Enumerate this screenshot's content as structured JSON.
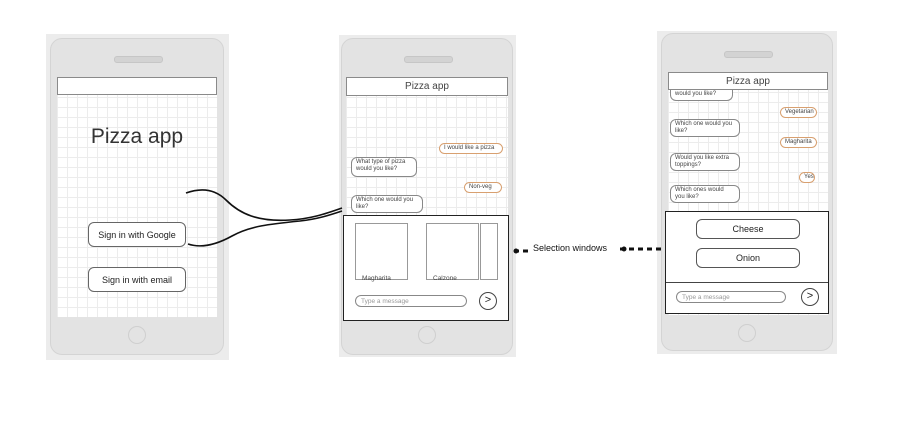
{
  "screen1": {
    "title": "Pizza app",
    "google_button": "Sign in with Google",
    "email_button": "Sign in with email"
  },
  "screen2": {
    "header": "Pizza app",
    "messages": {
      "m1": "I would like a pizza",
      "m2": "What type of pizza would you like?",
      "m3": "Non-veg",
      "m4": "Which one would you like?"
    },
    "cards": [
      "Magharita",
      "Calzone"
    ],
    "input_placeholder": "Type a message",
    "send_label": ">"
  },
  "screen3": {
    "header": "Pizza app",
    "messages": {
      "m1": "would you like?",
      "m2": "Vegetarian",
      "m3": "Which one would you like?",
      "m4": "Magharita",
      "m5": "Would you like extra toppings?",
      "m6": "Yes",
      "m7": "Which ones would you like?"
    },
    "options": [
      "Cheese",
      "Onion"
    ],
    "input_placeholder": "Type a message",
    "send_label": ">"
  },
  "annotation": {
    "selection_label": "Selection windows"
  }
}
